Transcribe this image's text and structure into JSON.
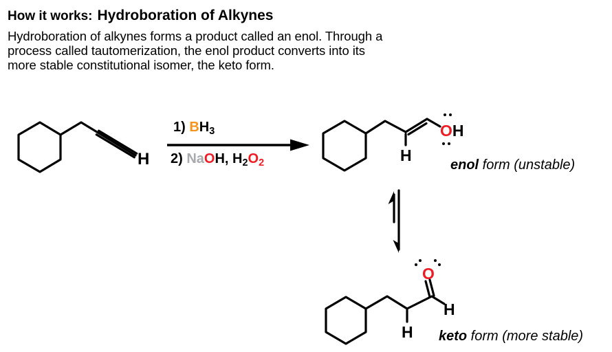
{
  "header": {
    "prefix": "How it works:",
    "title": "Hydroboration of Alkynes"
  },
  "intro": {
    "lines": [
      "Hydroboration of alkynes forms a product called an enol. Through a",
      "process called tautomerization, the enol product converts into its",
      "more stable constitutional isomer, the keto form."
    ]
  },
  "reagents": {
    "line1": {
      "step": "1) ",
      "b": "B",
      "h": "H",
      "sub": "3"
    },
    "line2": {
      "step": "2) ",
      "na": "Na",
      "o": "O",
      "h": "H, H",
      "sub1": "2",
      "o2": "O",
      "sub2": "2"
    }
  },
  "molecules": {
    "alkyne": {
      "terminal_h": "H"
    },
    "enol": {
      "vinyl_h": "H",
      "hydroxyl_o": "O",
      "hydroxyl_h": "H",
      "label_term": "enol",
      "label_rest": " form (unstable)"
    },
    "keto": {
      "carbonyl_o": "O",
      "alpha_h": "H",
      "aldehyde_h": "H",
      "label_term": "keto",
      "label_rest": " form (more stable)"
    }
  },
  "colors": {
    "boron_orange": "#F7941D",
    "oxygen_red": "#EE1C25",
    "sodium_gray": "#A8AAAD",
    "bond_black": "#000000",
    "background": "#FFFFFF"
  }
}
